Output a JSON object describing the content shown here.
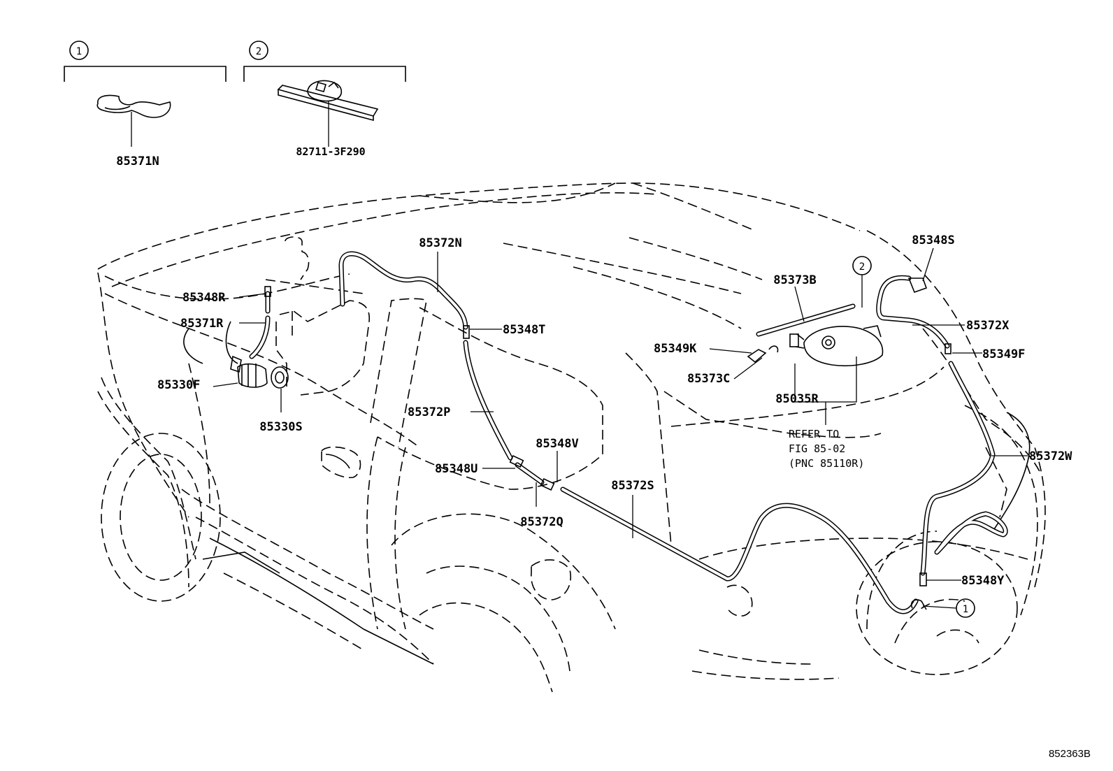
{
  "diagram": {
    "figure_code": "852363B",
    "callout_1": "1",
    "callout_2": "2",
    "refer_note": [
      "REFER TO",
      "FIG 85-02",
      "(PNC 85110R)"
    ],
    "parts": {
      "p85371N": "85371N",
      "p82711": "82711-3F290",
      "p85372N": "85372N",
      "p85348R": "85348R",
      "p85371R": "85371R",
      "p85330F": "85330F",
      "p85330S": "85330S",
      "p85348T": "85348T",
      "p85372P": "85372P",
      "p85348U": "85348U",
      "p85348V": "85348V",
      "p85372Q": "85372Q",
      "p85372S": "85372S",
      "p85348S": "85348S",
      "p85373B": "85373B",
      "p85349K": "85349K",
      "p85373C": "85373C",
      "p85035R": "85035R",
      "p85372X": "85372X",
      "p85349F": "85349F",
      "p85372W": "85372W",
      "p85348Y": "85348Y"
    }
  }
}
